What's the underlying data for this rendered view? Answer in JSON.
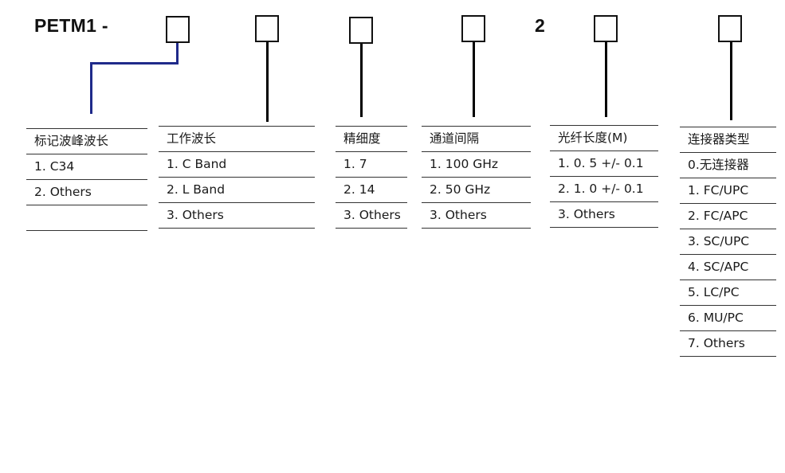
{
  "part_number": {
    "prefix": "PETM1 -",
    "fixed_digit": "2"
  },
  "columns": [
    {
      "header": "标记波峰波长",
      "items": [
        "1. C34",
        "2. Others",
        ""
      ]
    },
    {
      "header": "工作波长",
      "items": [
        "1. C Band",
        "2. L Band",
        "3. Others"
      ]
    },
    {
      "header": "精细度",
      "items": [
        "1. 7",
        "2. 14",
        "3. Others"
      ]
    },
    {
      "header": "通道间隔",
      "items": [
        "1. 100 GHz",
        "2. 50 GHz",
        "3. Others"
      ]
    },
    {
      "header": "光纤长度(M)",
      "items": [
        "1. 0. 5 +/- 0.1",
        "2. 1. 0 +/- 0.1",
        "3. Others"
      ]
    },
    {
      "header": "连接器类型",
      "items": [
        "0.无连接器",
        "1. FC/UPC",
        "2. FC/APC",
        "3. SC/UPC",
        "4. SC/APC",
        "5. LC/PC",
        "6. MU/PC",
        "7. Others"
      ]
    }
  ],
  "colors": {
    "connector_line_first": "#1f2a8a",
    "connector_line": "#000000",
    "rule": "#333333"
  }
}
